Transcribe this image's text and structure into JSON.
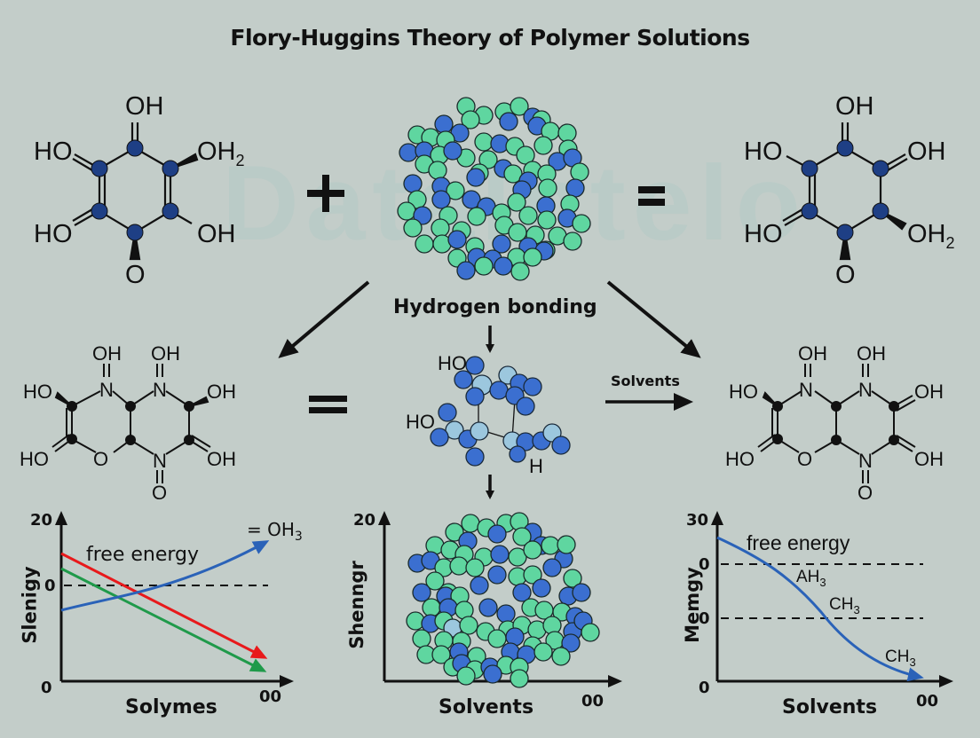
{
  "title": "Flory-Huggins Theory of Polymer Solutions",
  "watermark": "DataIntelo",
  "colors": {
    "background": "#c3cdc9",
    "atom_navy": "#1e3f85",
    "polymer_green": "#5fd6a0",
    "polymer_blue": "#3b6fd0",
    "polymer_light": "#9cc7de",
    "line_red": "#e8191b",
    "line_green": "#1f9a4a",
    "line_blue": "#2a62b8"
  },
  "top_row": {
    "left_molecule": {
      "labels": [
        "OH",
        "HO",
        "OH2",
        "HO",
        "OH",
        "O"
      ]
    },
    "operator_plus": "+",
    "center_polymer": "polymer-coil",
    "operator_equals": "=",
    "right_molecule": {
      "labels": [
        "OH",
        "HO",
        "OH",
        "HO",
        "OH2",
        "O"
      ]
    }
  },
  "middle_row": {
    "center_label": "Hydrogen bonding",
    "left_molecule": {
      "labels": [
        "OH",
        "OH",
        "HO",
        "N",
        "N",
        "OH",
        "HO",
        "O",
        "N",
        "OH",
        "O"
      ]
    },
    "equals": "=",
    "center_cluster_labels": [
      "HO",
      "HO",
      "H"
    ],
    "solvents_arrow_label": "Solvents",
    "right_molecule": {
      "labels": [
        "OH",
        "OH",
        "HO",
        "N",
        "N",
        "OH",
        "HO",
        "O",
        "N",
        "OH",
        "O"
      ]
    }
  },
  "chart_data": [
    {
      "type": "line",
      "title": "free energy",
      "xlabel": "Solymes",
      "ylabel": "Slenigy",
      "y_ticks": [
        "20",
        "0",
        "0"
      ],
      "x_end_label": "00",
      "dashed_reference_y": 0,
      "annotation": "= OH3",
      "series": [
        {
          "name": "red",
          "color": "#e8191b",
          "x": [
            0,
            1
          ],
          "y": [
            8.5,
            -9.5
          ]
        },
        {
          "name": "green",
          "color": "#1f9a4a",
          "x": [
            0,
            1
          ],
          "y": [
            6,
            -11
          ]
        },
        {
          "name": "blue",
          "color": "#2a62b8",
          "x": [
            0,
            0.5,
            1
          ],
          "y": [
            -3.5,
            0.5,
            9
          ]
        }
      ]
    },
    {
      "type": "scatter",
      "title": "",
      "xlabel": "Solvents",
      "ylabel": "Shenngr",
      "y_ticks": [
        "20"
      ],
      "x_end_label": "00",
      "note": "polymer coil cluster drawn within axes"
    },
    {
      "type": "line",
      "title": "free energy",
      "xlabel": "Solvents",
      "ylabel": "Memgy",
      "y_ticks": [
        "30",
        "0",
        "0",
        "0"
      ],
      "x_end_label": "00",
      "dashed_references": 2,
      "annotations": [
        "AH3",
        "CH3",
        "CH3"
      ],
      "series": [
        {
          "name": "blue",
          "color": "#2a62b8",
          "x": [
            0,
            0.2,
            0.5,
            0.8,
            1
          ],
          "y": [
            26,
            20,
            8,
            2,
            0.5
          ]
        }
      ]
    }
  ],
  "charts": {
    "left": {
      "y_top": "20",
      "y_mid": "0",
      "y_bottom": "0",
      "ylabel": "Slenigy",
      "xlabel": "Solymes",
      "x_end": "00",
      "curve_label": "free energy",
      "arrow_label_prefix": "= OH",
      "arrow_label_sub": "3"
    },
    "center": {
      "y_top": "20",
      "ylabel": "Shenngr",
      "xlabel": "Solvents",
      "x_end": "00"
    },
    "right": {
      "y_top": "30",
      "y_mid1": "0",
      "y_mid2": "0",
      "y_bottom": "0",
      "ylabel": "Memgy",
      "xlabel": "Solvents",
      "x_end": "00",
      "curve_label": "free energy",
      "ann1": "AH",
      "ann2": "CH",
      "ann3": "CH",
      "sub": "3"
    }
  }
}
